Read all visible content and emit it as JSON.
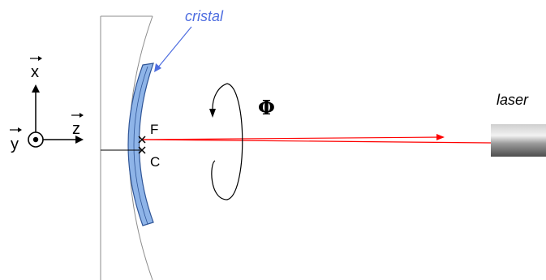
{
  "diagram": {
    "crystal_label": "cristal",
    "laser_label": "laser",
    "phi_label": "Φ",
    "point_f_label": "F",
    "point_c_label": "C",
    "axes": {
      "x_label": "x",
      "y_label": "y",
      "z_label": "z"
    }
  },
  "colors": {
    "crystal_fill": "#8eb4e8",
    "crystal_stroke": "#2f5597",
    "crystal_text": "#4f6ee0",
    "beam": "#ff0000",
    "outline": "#8c8c8c",
    "ink": "#000000"
  }
}
